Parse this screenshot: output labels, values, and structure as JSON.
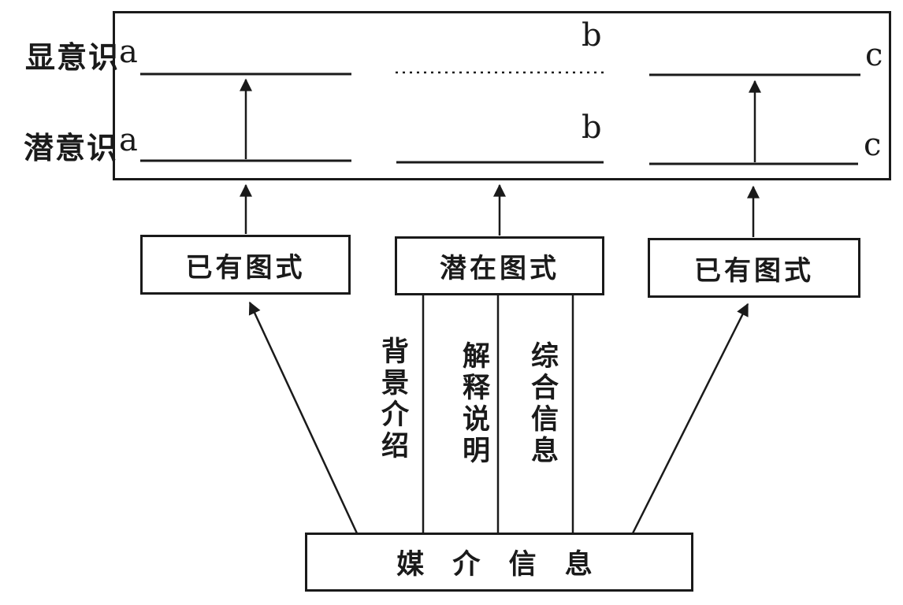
{
  "figure": {
    "panel": {
      "rows": [
        {
          "name": "显意识",
          "a": "a",
          "b": "b",
          "c": "c"
        },
        {
          "name": "潜意识",
          "a": "a",
          "b": "b",
          "c": "c"
        }
      ]
    },
    "schema_boxes": [
      {
        "label": "已有图式"
      },
      {
        "label": "潜在图式"
      },
      {
        "label": "已有图式"
      }
    ],
    "channels": [
      {
        "label": "背景介绍"
      },
      {
        "label": "解释说明"
      },
      {
        "label": "综合信息"
      }
    ],
    "media_box": {
      "label": "媒 介 信 息"
    },
    "colors": {
      "ink": "#1a1a1a",
      "paper": "#ffffff"
    }
  }
}
